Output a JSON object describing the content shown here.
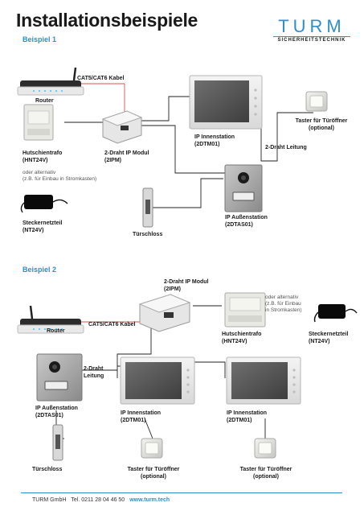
{
  "header": {
    "title": "Installationsbeispiele",
    "brand": "TURM",
    "brand_sub": "SICHERHEITSTECHNIK"
  },
  "colors": {
    "accent": "#2e8fc9",
    "wire": "#d9534f",
    "wire_dark": "#222222"
  },
  "example1": {
    "heading": "Beispiel 1",
    "cable": "CAT5/CAT6 Kabel",
    "router": "Router",
    "trafo": [
      "Hutschientrafo",
      "(HNT24V)"
    ],
    "alt_note": [
      "oder alternativ",
      "(z.B. für Einbau in Stromkasten)"
    ],
    "netzteil": [
      "Steckernetzteil",
      "(NT24V)"
    ],
    "modul": [
      "2-Draht IP Modul",
      "(2IPM)"
    ],
    "innen": [
      "IP Innenstation",
      "(2DTM01)"
    ],
    "leitung": "2-Draht Leitung",
    "taster": [
      "Taster für Türöffner",
      "(optional)"
    ],
    "aussen": [
      "IP Außenstation",
      "(2DTAS01)"
    ],
    "schloss": "Türschloss"
  },
  "example2": {
    "heading": "Beispiel 2",
    "router": "Router",
    "cable": "CAT5/CAT6 Kabel",
    "modul": [
      "2-Draht IP Modul",
      "(2IPM)"
    ],
    "trafo": [
      "Hutschientrafo",
      "(HNT24V)"
    ],
    "alt_note": [
      "oder alternativ",
      "(z.B. für Einbau",
      "in Stromkasten)"
    ],
    "netzteil": [
      "Steckernetzteil",
      "(NT24V)"
    ],
    "leitung": [
      "2-Draht",
      "Leitung"
    ],
    "aussen": [
      "IP Außenstation",
      "(2DTAS01)"
    ],
    "innen1": [
      "IP Innenstation",
      "(2DTM01)"
    ],
    "innen2": [
      "IP Innenstation",
      "(2DTM01)"
    ],
    "schloss": "Türschloss",
    "taster1": [
      "Taster für Türöffner",
      "(optional)"
    ],
    "taster2": [
      "Taster für Türöffner",
      "(optional)"
    ]
  },
  "footer": {
    "company": "TURM GmbH",
    "tel": "Tel. 0211 28 04 46 50",
    "web": "www.turm.tech"
  }
}
